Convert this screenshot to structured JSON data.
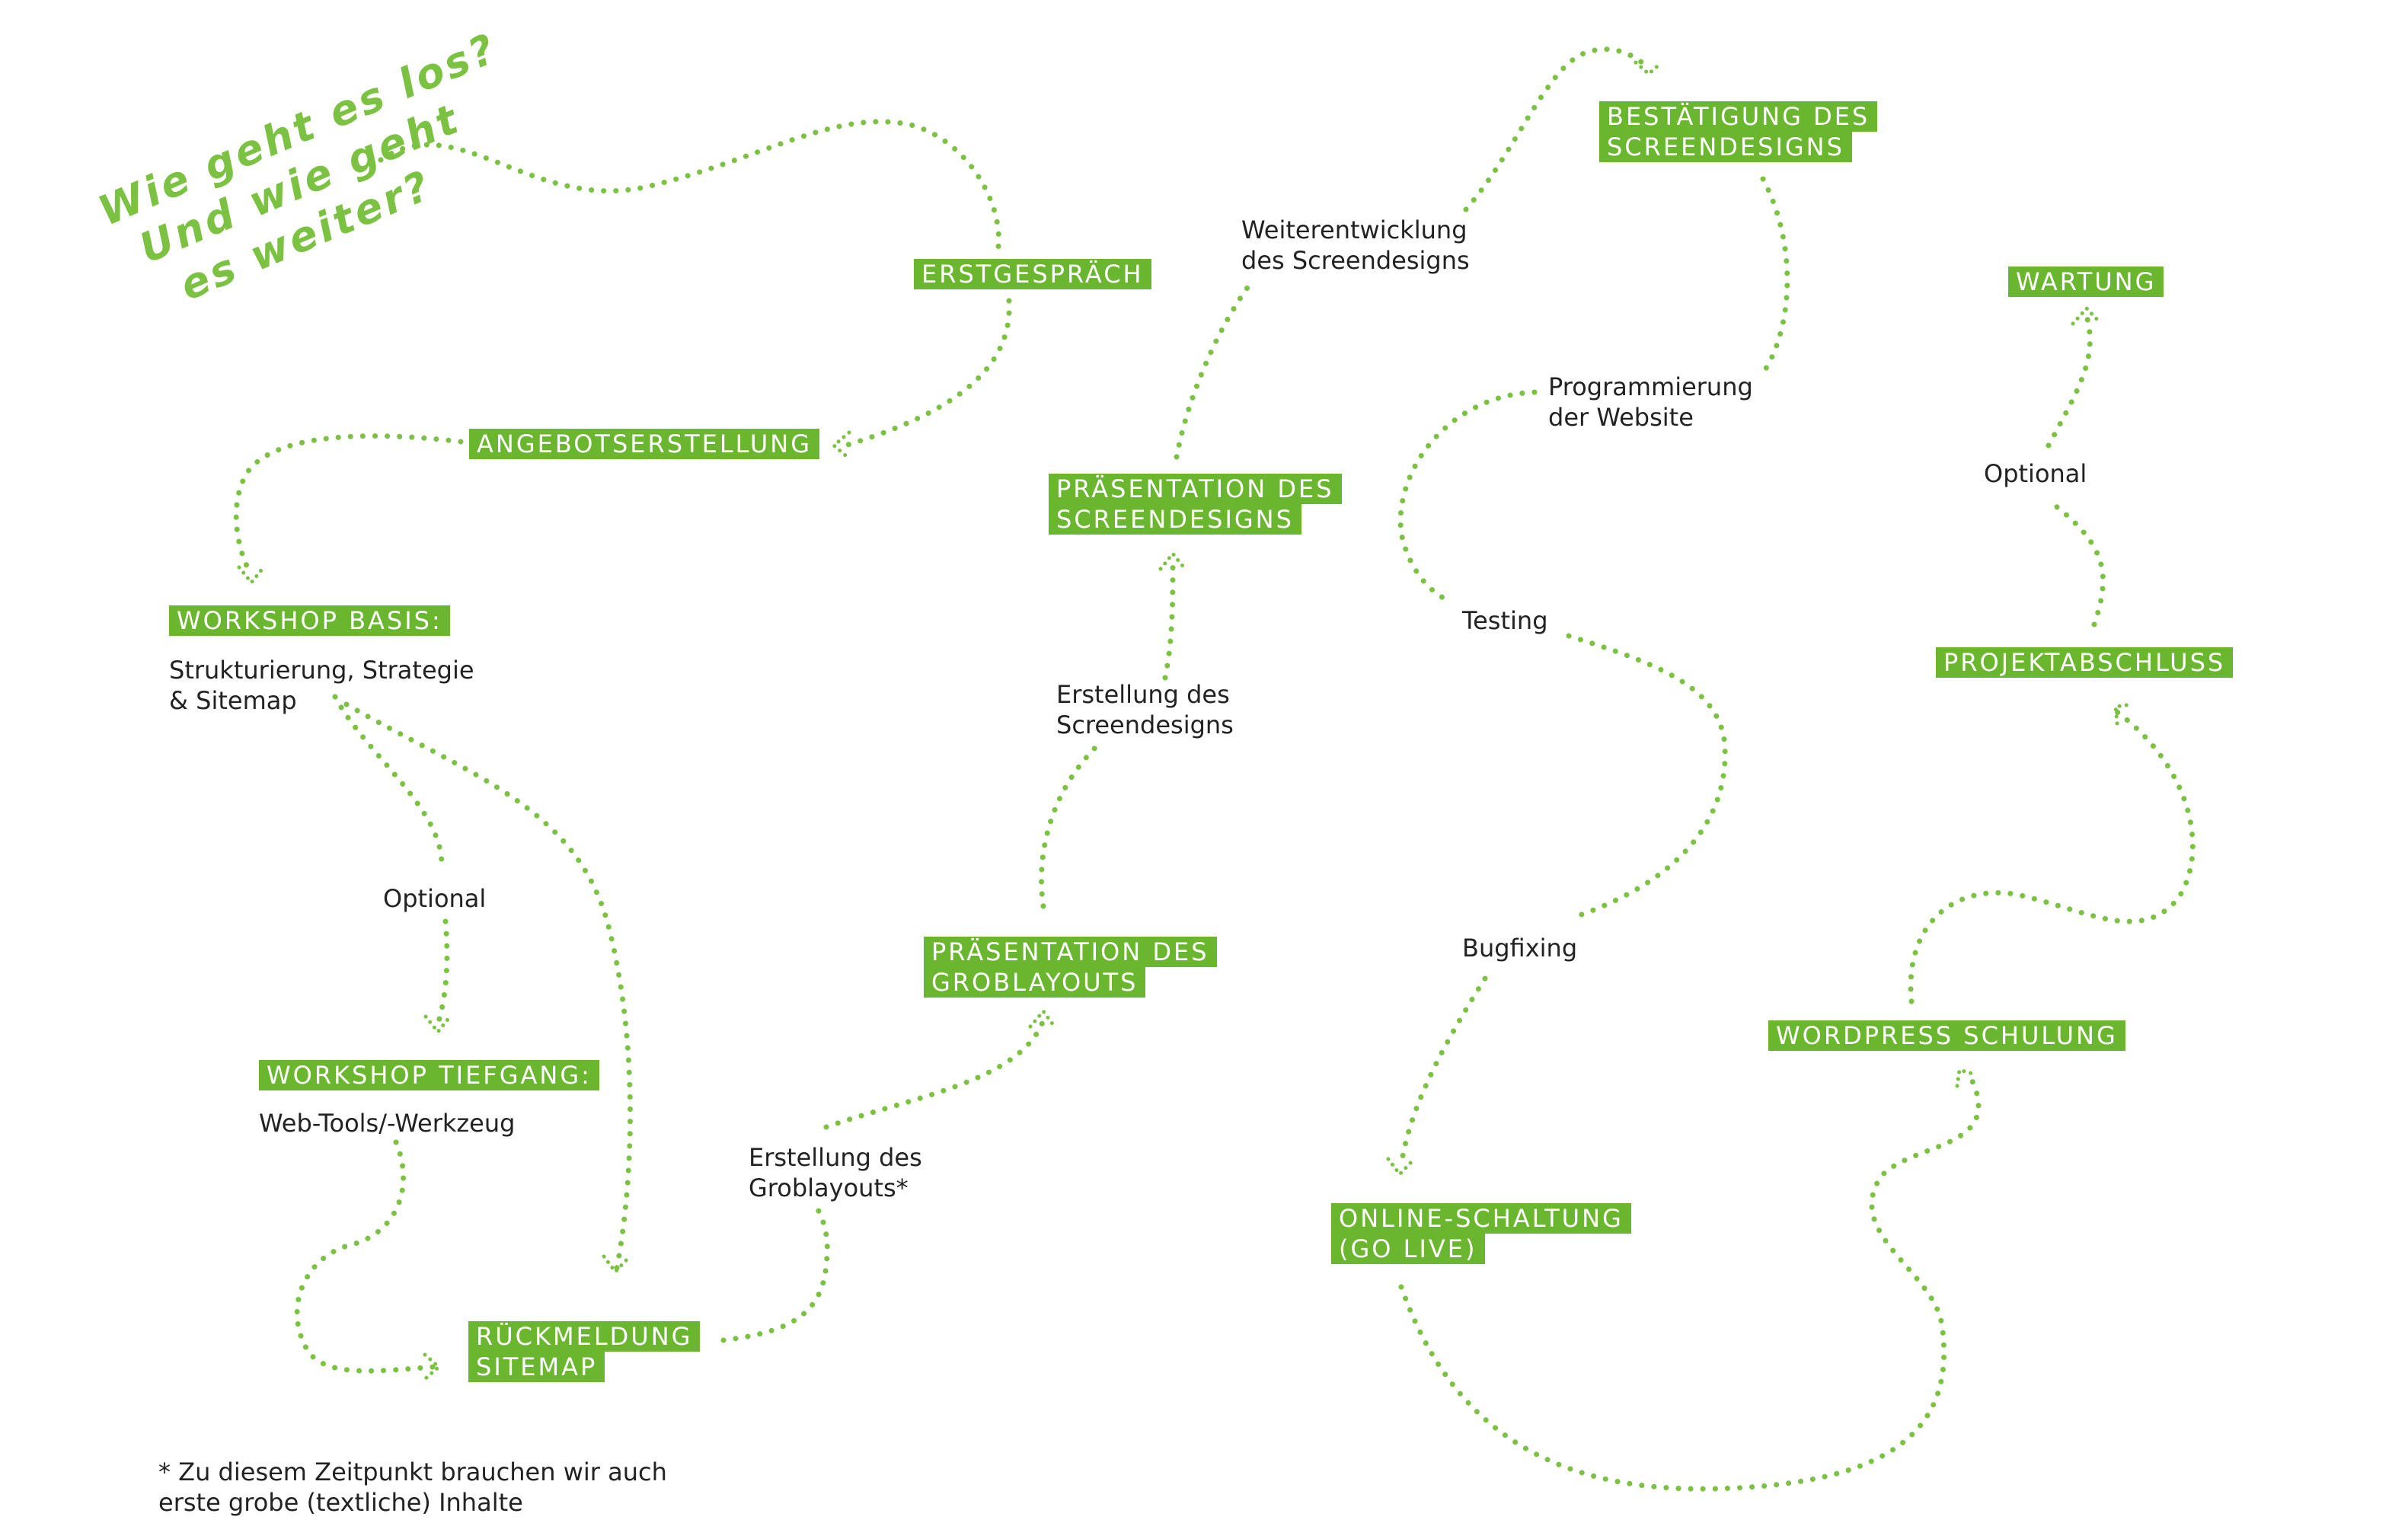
{
  "colors": {
    "accent": "#6ab62e",
    "path": "#7cc242",
    "text": "#222222",
    "label_text": "#ffffff"
  },
  "headline": [
    "Wie geht es los?",
    "Und wie geht",
    "es weiter?"
  ],
  "steps": {
    "erstgespraech": [
      "ERSTGESPRÄCH"
    ],
    "angebotserstellung": [
      "ANGEBOTSERSTELLUNG"
    ],
    "workshop_basis": [
      "WORKSHOP BASIS:"
    ],
    "workshop_tiefgang": [
      "WORKSHOP TIEFGANG:"
    ],
    "rueckmeldung_sitemap": [
      "RÜCKMELDUNG",
      "SITEMAP"
    ],
    "praesentation_groblayouts": [
      "PRÄSENTATION DES",
      "GROBLAYOUTS"
    ],
    "praesentation_screendesigns": [
      "PRÄSENTATION DES",
      "SCREENDESIGNS"
    ],
    "bestaetigung_screendesigns": [
      "BESTÄTIGUNG DES",
      "SCREENDESIGNS"
    ],
    "online_schaltung": [
      "ONLINE-SCHALTUNG",
      "(GO LIVE)"
    ],
    "wordpress_schulung": [
      "WORDPRESS SCHULUNG"
    ],
    "projektabschluss": [
      "PROJEKTABSCHLUSS"
    ],
    "wartung": [
      "WARTUNG"
    ]
  },
  "notes": {
    "workshop_basis_desc": [
      "Strukturierung, Strategie",
      "& Sitemap"
    ],
    "optional_1": [
      "Optional"
    ],
    "workshop_tiefgang_desc": [
      "Web-Tools/-Werkzeug"
    ],
    "erstellung_groblayouts": [
      "Erstellung des",
      "Groblayouts*"
    ],
    "erstellung_screendesigns": [
      "Erstellung des",
      "Screendesigns"
    ],
    "weiterentwicklung": [
      "Weiterentwicklung",
      "des Screendesigns"
    ],
    "programmierung": [
      "Programmierung",
      "der Website"
    ],
    "testing": [
      "Testing"
    ],
    "bugfixing": [
      "Bugfixing"
    ],
    "optional_2": [
      "Optional"
    ],
    "footnote": [
      "* Zu diesem Zeitpunkt brauchen wir auch",
      "erste grobe (textliche) Inhalte"
    ]
  }
}
